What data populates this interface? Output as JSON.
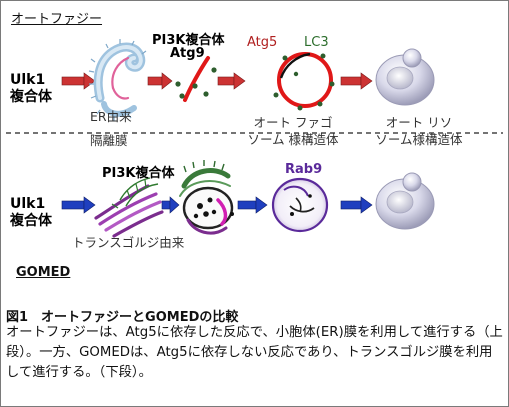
{
  "section_autophagy": "オートファジー",
  "section_gomed": "GOMED",
  "top": {
    "ulk1_line1": "Ulk1",
    "ulk1_line2": "複合体",
    "pi3k_line1": "PI3K複合体",
    "pi3k_line2": "Atg9",
    "er_origin": "ER由来",
    "isolation_membrane": "隔離膜",
    "atg5": "Atg5",
    "lc3": "LC3",
    "autophagosome_line1": "オート ファゴ",
    "autophagosome_line2": "ソーム 様構造体",
    "autolysosome_line1": "オート リソ",
    "autolysosome_line2": "ソーム様構造体"
  },
  "bottom": {
    "ulk1_line1": "Ulk1",
    "ulk1_line2": "複合体",
    "pi3k": "PI3K複合体",
    "golgi_origin": "トランスゴルジ由来",
    "rab9": "Rab9"
  },
  "caption": {
    "title": "図1　オートファジーとGOMEDの比較",
    "body": "オートファジーは、Atg5に依存した反応で、小胞体(ER)膜を利用して進行する（上段）。一方、GOMEDは、Atg5に依存しない反応であり、トランスゴルジ膜を利用して進行する。（下段）。"
  },
  "colors": {
    "red_arrow": "#cc3333",
    "blue_arrow": "#1f3fbf",
    "atg5_text": "#b02020",
    "lc3_text": "#2d6e2d",
    "rab9_text": "#5a2a9a",
    "membrane_red": "#e01818",
    "er_blue": "#9fc3df",
    "lysosome": "#c9c9de"
  }
}
